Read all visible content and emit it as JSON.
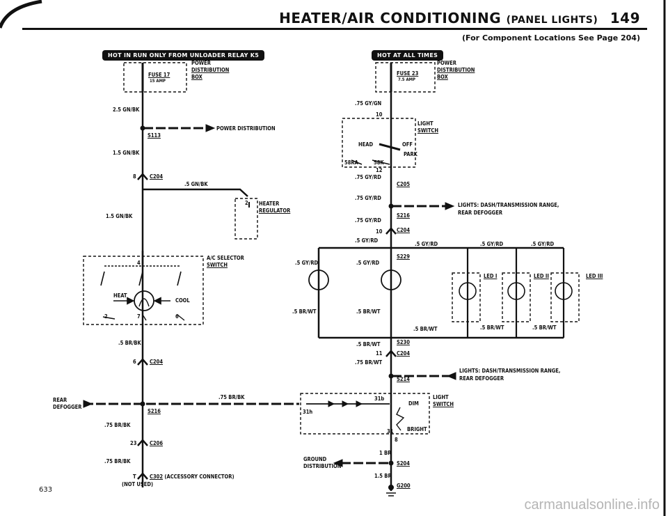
{
  "header": {
    "title": "HEATER/AIR CONDITIONING",
    "subtitle_tag": "(PANEL LIGHTS)",
    "page": "149",
    "note": "(For Component Locations See Page 204)"
  },
  "banners": {
    "left": "HOT IN RUN ONLY FROM UNLOADER RELAY K5",
    "right": "HOT AT ALL TIMES"
  },
  "page_number": "633",
  "watermark": "carmanualsonline.info",
  "left": {
    "box": "POWER DISTRIBUTION BOX",
    "box_l1": "POWER",
    "box_l2": "DISTRIBUTION",
    "box_l3": "BOX",
    "fuse": "FUSE 17",
    "fuse_amp": "15 AMP",
    "w1": "2.5 GN/BK",
    "s113": "S113",
    "power_dist": "POWER DISTRIBUTION",
    "w2": "1.5 GN/BK",
    "c204_pin": "8",
    "c204": "C204",
    "w3": ".5 GN/BK",
    "heater_pin": "2",
    "heater_l1": "HEATER",
    "heater_l2": "REGULATOR",
    "w4": "1.5 GN/BK",
    "ac_pin": "4",
    "ac_l1": "A/C SELECTOR",
    "ac_l2": "SWITCH",
    "heat": "HEAT",
    "cool": "COOL",
    "p2": "2",
    "p7": "7",
    "p6": "6",
    "w5": ".5 BR/BK",
    "c204b_pin": "6",
    "c204b": "C204",
    "rear": "REAR",
    "defogger": "DEFOGGER",
    "s216": "S216",
    "w6": ".75 BR/BK",
    "w6b": ".75 BR/BK",
    "c206_pin": "23",
    "c206": "C206",
    "w7": ".75 BR/BK",
    "c302_pin": "T",
    "c302": "C302",
    "c302_note": "(ACCESSORY CONNECTOR)",
    "not_used": "(NOT USED)"
  },
  "right": {
    "box_l1": "POWER",
    "box_l2": "DISTRIBUTION",
    "box_l3": "BOX",
    "fuse": "FUSE 23",
    "fuse_amp": "7.5 AMP",
    "w1": ".75 GY/GN",
    "p10": "10",
    "ls_l1": "LIGHT",
    "ls_l2": "SWITCH",
    "head": "HEAD",
    "off": "OFF",
    "park": "PARK",
    "t58ra": "58RA",
    "t58k": "58K",
    "p12": "12",
    "w2": ".75 GY/RD",
    "c205": "C205",
    "w3": ".75 GY/RD",
    "lights1": "LIGHTS: DASH/TRANSMISSION RANGE,",
    "lights2": "REAR DEFOGGER",
    "w4": ".75 GY/RD",
    "s216": "S216",
    "p10b": "10",
    "c204": "C204",
    "w5": ".5 GY/RD",
    "s229": "S229",
    "gyrd1": ".5 GY/RD",
    "gyrd2": ".5 GY/RD",
    "gyrd3": ".5 GY/RD",
    "gyrd_left": ".5 GY/RD",
    "gyrd_mid": ".5 GY/RD",
    "led1": "LED I",
    "led2": "LED II",
    "led3": "LED III",
    "brwt_left": ".5 BR/WT",
    "brwt_mid": ".5 BR/WT",
    "brwt_a": ".5 BR/WT",
    "brwt_b": ".5 BR/WT",
    "brwt_c": ".5 BR/WT",
    "w6": ".5 BR/WT",
    "s230": "S230",
    "p11": "11",
    "c204b": "C204",
    "w7": ".75 BR/WT",
    "lights3": "LIGHTS: DASH/TRANSMISSION RANGE,",
    "lights4": "REAR DEFOGGER",
    "s214": "S214",
    "w8": ".75 BR/BK",
    "ls2_l1": "LIGHT",
    "ls2_l2": "SWITCH",
    "t31b": "31b",
    "t31h": "31h",
    "dim": "DIM",
    "bright": "BRIGHT",
    "t31": "31",
    "p8": "8",
    "w9": "1 BR",
    "ground1": "GROUND",
    "ground2": "DISTRIBUTION",
    "s204": "S204",
    "w10": "1.5 BR",
    "g200": "G200"
  }
}
